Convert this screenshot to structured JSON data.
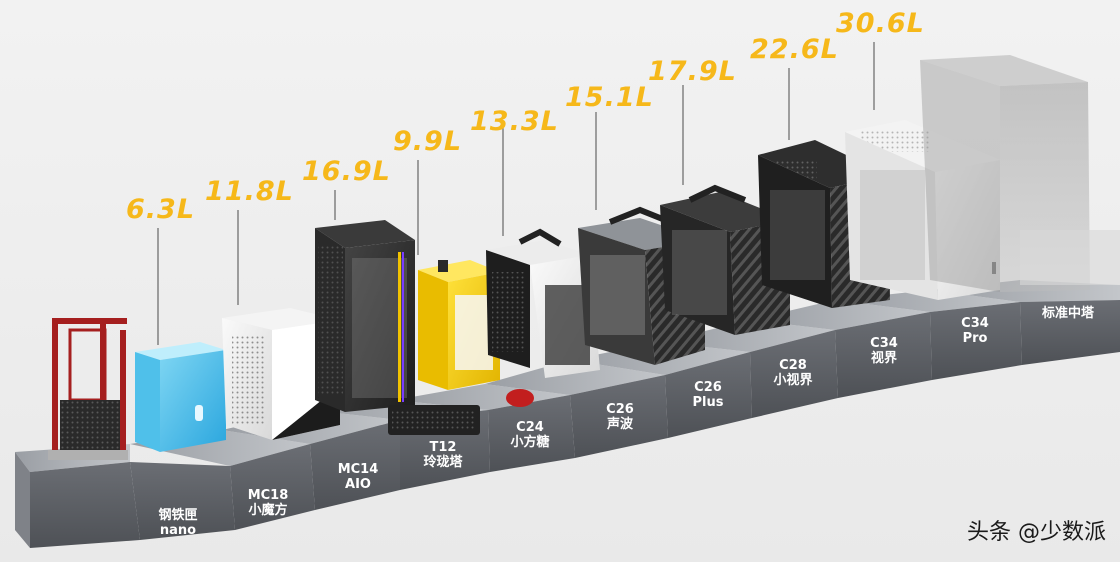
{
  "products": [
    {
      "id": "p1",
      "name_line1": "钢铁匣",
      "name_line2": "nano",
      "volume": "6.3L"
    },
    {
      "id": "p2",
      "name_line1": "MC18",
      "name_line2": "小魔方",
      "volume": "11.8L"
    },
    {
      "id": "p3",
      "name_line1": "MC14",
      "name_line2": "AIO",
      "volume": "16.9L"
    },
    {
      "id": "p4",
      "name_line1": "T12",
      "name_line2": "玲珑塔",
      "volume": "9.9L"
    },
    {
      "id": "p5",
      "name_line1": "C24",
      "name_line2": "小方糖",
      "volume": "13.3L"
    },
    {
      "id": "p6",
      "name_line1": "C26",
      "name_line2": "声波",
      "volume": "15.1L"
    },
    {
      "id": "p7",
      "name_line1": "C26",
      "name_line2": "Plus",
      "volume": "17.9L"
    },
    {
      "id": "p8",
      "name_line1": "C28",
      "name_line2": "小视界",
      "volume": "22.6L"
    },
    {
      "id": "p9",
      "name_line1": "C34",
      "name_line2": "视界",
      "volume": "30.6L"
    },
    {
      "id": "p10",
      "name_line1": "C34",
      "name_line2": "Pro",
      "volume": ""
    },
    {
      "id": "p11",
      "name_line1": "标准中塔",
      "name_line2": "",
      "volume": ""
    }
  ],
  "watermark": "头条 @少数派",
  "colors": {
    "volume_text": "#f6b81a",
    "platform_front": "#5f6268",
    "platform_top": "#a9adb3",
    "background": "#efefef"
  }
}
